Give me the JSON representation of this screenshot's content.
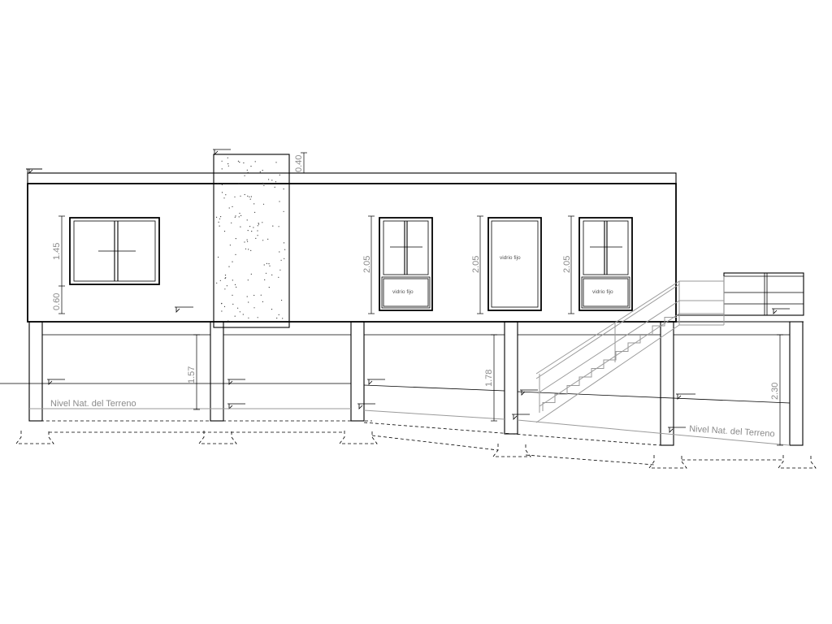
{
  "dimensions": {
    "chimney_top": "0.40",
    "window_height": "1.45",
    "sill_height": "0.60",
    "door_height_1": "2.05",
    "door_height_2": "2.05",
    "door_height_3": "2.05",
    "pile_height_1": "1.57",
    "pile_height_2": "1.78",
    "pile_height_3": "2.30"
  },
  "labels": {
    "ground_level_left": "Nivel Nat. del Terreno",
    "ground_level_right": "Nivel Nat. del Terreno",
    "fixed_glass_1": "vidrio fijo",
    "fixed_glass_2": "vidrio fijo",
    "fixed_glass_3": "vidrio fijo"
  }
}
